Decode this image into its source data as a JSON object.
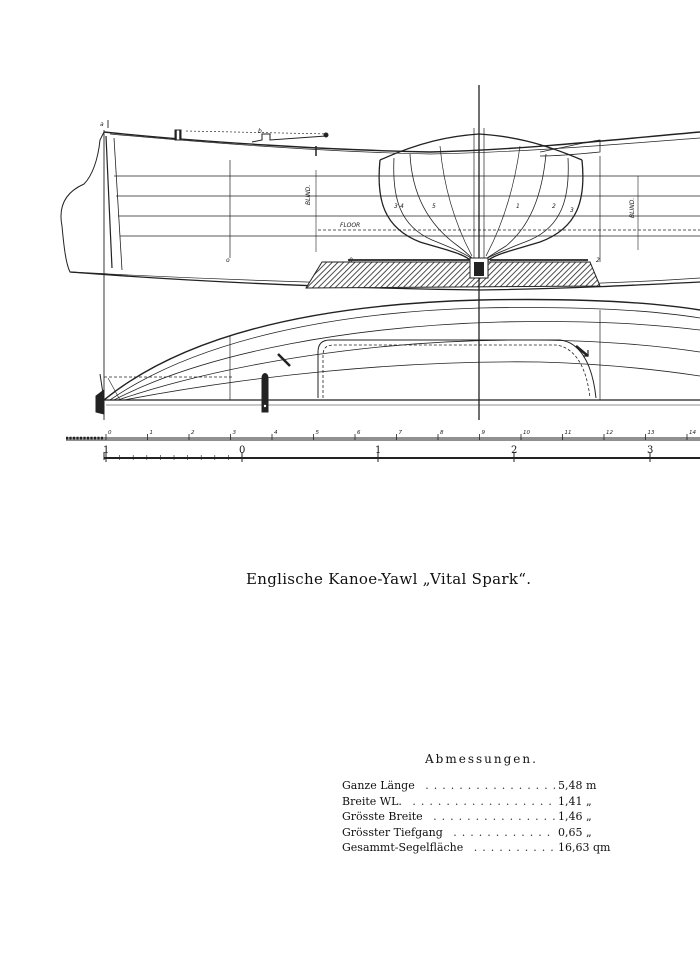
{
  "drawing": {
    "labels": {
      "a": "a",
      "b": "b",
      "blind_aft": "BLIND.",
      "blind_fwd": "BLIND.",
      "floor": "FLOOR",
      "sec_left_1": "3",
      "sec_left_2": "4",
      "sec_left_3": "5",
      "sec_right_1": "1",
      "sec_right_2": "2",
      "sec_right_3": "3",
      "station_left": "o",
      "station_mid": "0",
      "station_right": "2"
    },
    "scale_small": [
      "0",
      "1",
      "2",
      "3",
      "4",
      "5",
      "6",
      "7",
      "8",
      "9",
      "10",
      "11",
      "12",
      "13",
      "14"
    ],
    "scale_big": [
      "1",
      "0",
      "1",
      "2",
      "3"
    ]
  },
  "caption": "Englische Kanoe-Yawl „Vital Spark“.",
  "dimensions": {
    "title": "Abmessungen.",
    "rows": [
      {
        "name": "Ganze Länge",
        "value": "5,48 m"
      },
      {
        "name": "Breite WL.",
        "value": "1,41 „"
      },
      {
        "name": "Grösste Breite",
        "value": "1,46 „"
      },
      {
        "name": "Grösster Tiefgang",
        "value": "0,65 „"
      },
      {
        "name": "Gesammt-Segelfläche",
        "value": "16,63 qm"
      }
    ]
  }
}
